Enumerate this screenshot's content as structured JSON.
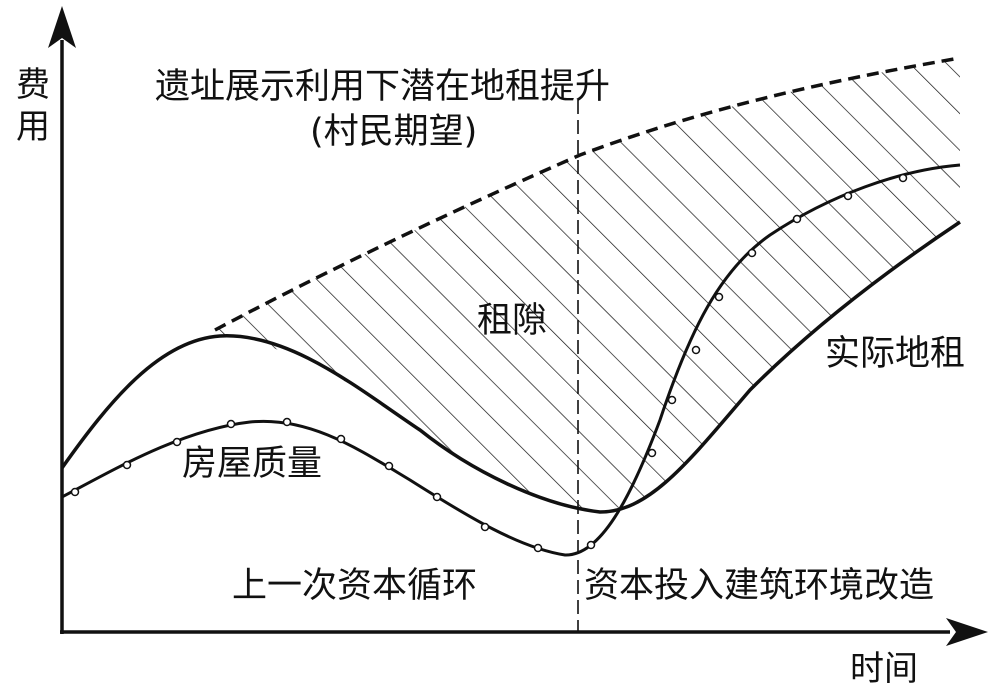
{
  "axes": {
    "y_label_line1": "费",
    "y_label_line2": "用",
    "x_label": "时间"
  },
  "labels": {
    "potential_rent_line1": "遗址展示利用下潜在地租提升",
    "potential_rent_line2": "(村民期望)",
    "rent_gap": "租隙",
    "actual_rent": "实际地租",
    "house_quality": "房屋质量",
    "previous_cycle": "上一次资本循环",
    "reinvestment": "资本投入建筑环境改造"
  },
  "colors": {
    "ink": "#111111"
  }
}
